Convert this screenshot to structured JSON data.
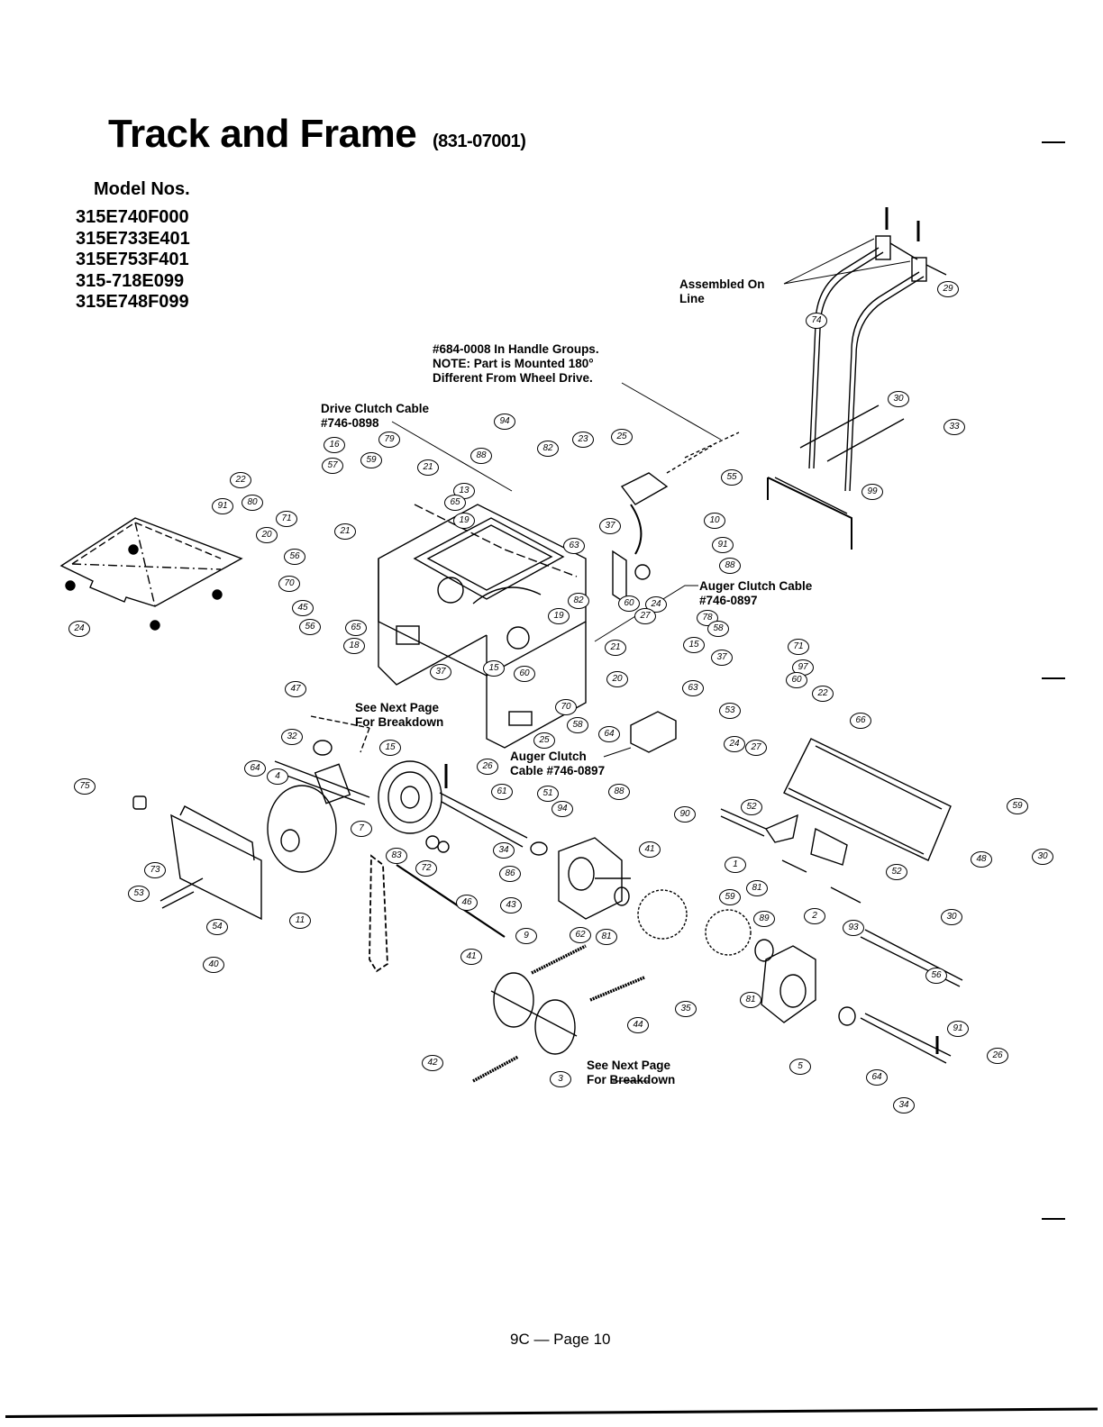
{
  "page": {
    "title": "Track and Frame",
    "part_number": "(831-07001)",
    "models_header": "Model Nos.",
    "models": [
      "315E740F000",
      "315E733E401",
      "315E753F401",
      "315-718E099",
      "315E748F099"
    ],
    "footer": "9C — Page 10"
  },
  "notes": {
    "assembled_on_line": [
      "Assembled On",
      "Line"
    ],
    "handle_group": [
      "#684-0008 In Handle Groups.",
      "NOTE: Part is Mounted 180°",
      "Different From Wheel Drive."
    ],
    "drive_clutch_cable": [
      "Drive Clutch Cable",
      "#746-0898"
    ],
    "auger_clutch_cable_right": [
      "Auger Clutch Cable",
      "#746-0897"
    ],
    "auger_clutch_cable_center": [
      "Auger Clutch",
      "Cable #746-0897"
    ],
    "see_next_page_1": [
      "See Next Page",
      "For Breakdown"
    ],
    "see_next_page_2": [
      "See Next Page",
      "For Breakdown"
    ]
  },
  "callouts": [
    {
      "id": "c-29",
      "label": "29"
    },
    {
      "id": "c-74",
      "label": "74"
    },
    {
      "id": "c-33",
      "label": "33"
    },
    {
      "id": "c-30a",
      "label": "30"
    },
    {
      "id": "c-99",
      "label": "99"
    },
    {
      "id": "c-94a",
      "label": "94"
    },
    {
      "id": "c-88a",
      "label": "88"
    },
    {
      "id": "c-82a",
      "label": "82"
    },
    {
      "id": "c-23",
      "label": "23"
    },
    {
      "id": "c-25a",
      "label": "25"
    },
    {
      "id": "c-55",
      "label": "55"
    },
    {
      "id": "c-16",
      "label": "16"
    },
    {
      "id": "c-59",
      "label": "59"
    },
    {
      "id": "c-79",
      "label": "79"
    },
    {
      "id": "c-21a",
      "label": "21"
    },
    {
      "id": "c-57",
      "label": "57"
    },
    {
      "id": "c-22a",
      "label": "22"
    },
    {
      "id": "c-80a",
      "label": "80"
    },
    {
      "id": "c-71a",
      "label": "71"
    },
    {
      "id": "c-20a",
      "label": "20"
    },
    {
      "id": "c-21b",
      "label": "21"
    },
    {
      "id": "c-56a",
      "label": "56"
    },
    {
      "id": "c-70a",
      "label": "70"
    },
    {
      "id": "c-45",
      "label": "45"
    },
    {
      "id": "c-56b",
      "label": "56"
    },
    {
      "id": "c-13",
      "label": "13"
    },
    {
      "id": "c-65a",
      "label": "65"
    },
    {
      "id": "c-19a",
      "label": "19"
    },
    {
      "id": "c-91a",
      "label": "91"
    },
    {
      "id": "c-24a",
      "label": "24"
    },
    {
      "id": "c-37a",
      "label": "37"
    },
    {
      "id": "c-63a",
      "label": "63"
    },
    {
      "id": "c-10",
      "label": "10"
    },
    {
      "id": "c-91b",
      "label": "91"
    },
    {
      "id": "c-88b",
      "label": "88"
    },
    {
      "id": "c-60a",
      "label": "60"
    },
    {
      "id": "c-24b",
      "label": "24"
    },
    {
      "id": "c-82b",
      "label": "82"
    },
    {
      "id": "c-19b",
      "label": "19"
    },
    {
      "id": "c-27a",
      "label": "27"
    },
    {
      "id": "c-78",
      "label": "78"
    },
    {
      "id": "c-58a",
      "label": "58"
    },
    {
      "id": "c-15a",
      "label": "15"
    },
    {
      "id": "c-21c",
      "label": "21"
    },
    {
      "id": "c-37b",
      "label": "37"
    },
    {
      "id": "c-65b",
      "label": "65"
    },
    {
      "id": "c-18",
      "label": "18"
    },
    {
      "id": "c-37c",
      "label": "37"
    },
    {
      "id": "c-15b",
      "label": "15"
    },
    {
      "id": "c-60b",
      "label": "60"
    },
    {
      "id": "c-70b",
      "label": "70"
    },
    {
      "id": "c-58b",
      "label": "58"
    },
    {
      "id": "c-20b",
      "label": "20"
    },
    {
      "id": "c-63b",
      "label": "63"
    },
    {
      "id": "c-53",
      "label": "53"
    },
    {
      "id": "c-71b",
      "label": "71"
    },
    {
      "id": "c-97",
      "label": "97"
    },
    {
      "id": "c-60c",
      "label": "60"
    },
    {
      "id": "c-22b",
      "label": "22"
    },
    {
      "id": "c-25b",
      "label": "25"
    },
    {
      "id": "c-64a",
      "label": "64"
    },
    {
      "id": "c-24c",
      "label": "24"
    },
    {
      "id": "c-88c",
      "label": "88"
    },
    {
      "id": "c-27b",
      "label": "27"
    },
    {
      "id": "c-66",
      "label": "66"
    },
    {
      "id": "c-47",
      "label": "47"
    },
    {
      "id": "c-32",
      "label": "32"
    },
    {
      "id": "c-64b",
      "label": "64"
    },
    {
      "id": "c-4",
      "label": "4"
    },
    {
      "id": "c-75",
      "label": "75"
    },
    {
      "id": "c-15c",
      "label": "15"
    },
    {
      "id": "c-7",
      "label": "7"
    },
    {
      "id": "c-73",
      "label": "73"
    },
    {
      "id": "c-53b",
      "label": "53"
    },
    {
      "id": "c-54",
      "label": "54"
    },
    {
      "id": "c-40",
      "label": "40"
    },
    {
      "id": "c-11",
      "label": "11"
    },
    {
      "id": "c-26a",
      "label": "26"
    },
    {
      "id": "c-61",
      "label": "61"
    },
    {
      "id": "c-51",
      "label": "51"
    },
    {
      "id": "c-94b",
      "label": "94"
    },
    {
      "id": "c-34a",
      "label": "34"
    },
    {
      "id": "c-83",
      "label": "83"
    },
    {
      "id": "c-72",
      "label": "72"
    },
    {
      "id": "c-46",
      "label": "46"
    },
    {
      "id": "c-43",
      "label": "43"
    },
    {
      "id": "c-86",
      "label": "86"
    },
    {
      "id": "c-9",
      "label": "9"
    },
    {
      "id": "c-62",
      "label": "62"
    },
    {
      "id": "c-81a",
      "label": "81"
    },
    {
      "id": "c-41",
      "label": "41"
    },
    {
      "id": "c-90",
      "label": "90"
    },
    {
      "id": "c-52a",
      "label": "52"
    },
    {
      "id": "c-1",
      "label": "1"
    },
    {
      "id": "c-81b",
      "label": "81"
    },
    {
      "id": "c-52b",
      "label": "52"
    },
    {
      "id": "c-2",
      "label": "2"
    },
    {
      "id": "c-93",
      "label": "93"
    },
    {
      "id": "c-48",
      "label": "48"
    },
    {
      "id": "c-59b",
      "label": "59"
    },
    {
      "id": "c-30b",
      "label": "30"
    },
    {
      "id": "c-59c",
      "label": "59"
    },
    {
      "id": "c-89",
      "label": "89"
    },
    {
      "id": "c-81c",
      "label": "81"
    },
    {
      "id": "c-30c",
      "label": "30"
    },
    {
      "id": "c-35",
      "label": "35"
    },
    {
      "id": "c-41b",
      "label": "41"
    },
    {
      "id": "c-44",
      "label": "44"
    },
    {
      "id": "c-42",
      "label": "42"
    },
    {
      "id": "c-3",
      "label": "3"
    },
    {
      "id": "c-5",
      "label": "5"
    },
    {
      "id": "c-56c",
      "label": "56"
    },
    {
      "id": "c-91c",
      "label": "91"
    },
    {
      "id": "c-26b",
      "label": "26"
    },
    {
      "id": "c-64c",
      "label": "64"
    },
    {
      "id": "c-34b",
      "label": "34"
    }
  ]
}
